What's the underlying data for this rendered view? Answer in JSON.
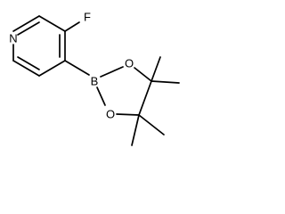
{
  "molecule": {
    "atoms": {
      "nitrogen": "N",
      "fluorine": "F",
      "boron": "B",
      "oxygen_top": "O",
      "oxygen_bottom": "O"
    }
  }
}
